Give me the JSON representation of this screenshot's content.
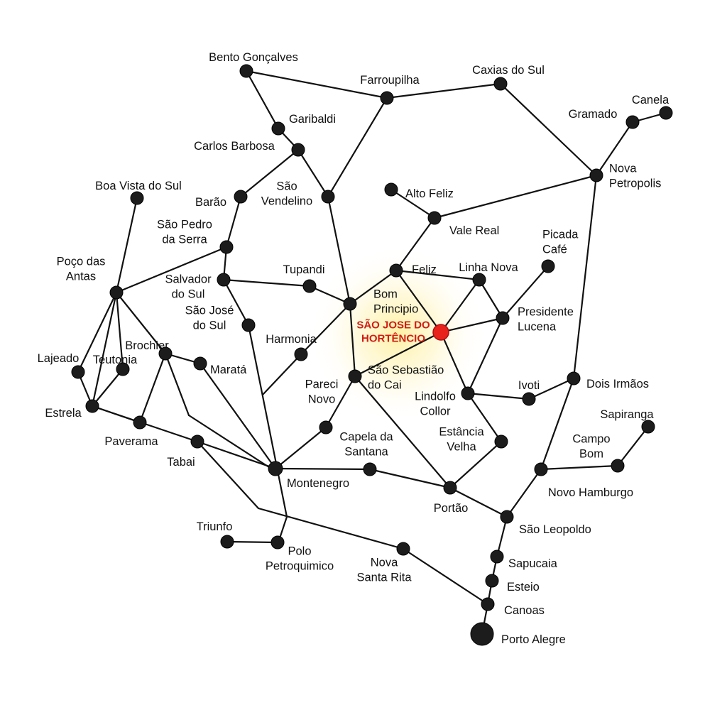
{
  "colors": {
    "background": "#ffffff",
    "line": "#111111",
    "node": "#1c1c1c",
    "highlight_node": "#e8231b",
    "highlight_text": "#d01c14",
    "glow": "#ffe680"
  },
  "highlight": "sjh",
  "cities": [
    {
      "id": "bento",
      "lines": [
        "Bento Gonçalves"
      ]
    },
    {
      "id": "farroupilha",
      "lines": [
        "Farroupilha"
      ]
    },
    {
      "id": "caxias",
      "lines": [
        "Caxias do Sul"
      ]
    },
    {
      "id": "canela",
      "lines": [
        "Canela"
      ]
    },
    {
      "id": "gramado",
      "lines": [
        "Gramado"
      ]
    },
    {
      "id": "garibaldi",
      "lines": [
        "Garibaldi"
      ]
    },
    {
      "id": "carlos",
      "lines": [
        "Carlos Barbosa"
      ]
    },
    {
      "id": "nova_petropolis",
      "lines": [
        "Nova",
        "Petropolis"
      ]
    },
    {
      "id": "boa_vista",
      "lines": [
        "Boa Vista do Sul"
      ]
    },
    {
      "id": "barao",
      "lines": [
        "Barão"
      ]
    },
    {
      "id": "sao_vendelino",
      "lines": [
        "São",
        "Vendelino"
      ]
    },
    {
      "id": "alto_feliz",
      "lines": [
        "Alto Feliz"
      ]
    },
    {
      "id": "vale_real",
      "lines": [
        "Vale Real"
      ]
    },
    {
      "id": "sao_pedro",
      "lines": [
        "São Pedro",
        "da Serra"
      ]
    },
    {
      "id": "picada_cafe",
      "lines": [
        "Picada",
        "Café"
      ]
    },
    {
      "id": "pocos",
      "lines": [
        "Poço das",
        "Antas"
      ]
    },
    {
      "id": "tupandi",
      "lines": [
        "Tupandi"
      ]
    },
    {
      "id": "feliz",
      "lines": [
        "Feliz"
      ]
    },
    {
      "id": "linha_nova",
      "lines": [
        "Linha Nova"
      ]
    },
    {
      "id": "salvador",
      "lines": [
        "Salvador",
        "do Sul"
      ]
    },
    {
      "id": "bom_principio",
      "lines": [
        "Bom",
        "Principio"
      ]
    },
    {
      "id": "presidente_lucena",
      "lines": [
        "Presidente",
        "Lucena"
      ]
    },
    {
      "id": "sjs",
      "lines": [
        "São José",
        "do Sul"
      ]
    },
    {
      "id": "sjh",
      "lines": [
        "SÃO JOSE DO",
        "HORTÊNCIO"
      ]
    },
    {
      "id": "harmonia",
      "lines": [
        "Harmonia"
      ]
    },
    {
      "id": "brochier",
      "lines": [
        "Brochier"
      ]
    },
    {
      "id": "lajeado",
      "lines": [
        "Lajeado"
      ]
    },
    {
      "id": "teutonia",
      "lines": [
        "Teutonia"
      ]
    },
    {
      "id": "marata",
      "lines": [
        "Maratá"
      ]
    },
    {
      "id": "sao_sebastiao",
      "lines": [
        "São Sebastião",
        "do Cai"
      ]
    },
    {
      "id": "ivoti",
      "lines": [
        "Ivoti"
      ]
    },
    {
      "id": "dois_irmaos",
      "lines": [
        "Dois Irmãos"
      ]
    },
    {
      "id": "pareci",
      "lines": [
        "Pareci",
        "Novo"
      ]
    },
    {
      "id": "lindolfo",
      "lines": [
        "Lindolfo",
        "Collor"
      ]
    },
    {
      "id": "estrela",
      "lines": [
        "Estrela"
      ]
    },
    {
      "id": "sapiranga",
      "lines": [
        "Sapiranga"
      ]
    },
    {
      "id": "paverama",
      "lines": [
        "Paverama"
      ]
    },
    {
      "id": "estancia",
      "lines": [
        "Estância",
        "Velha"
      ]
    },
    {
      "id": "tabai",
      "lines": [
        "Tabai"
      ]
    },
    {
      "id": "capela",
      "lines": [
        "Capela da",
        "Santana"
      ]
    },
    {
      "id": "campo_bom",
      "lines": [
        "Campo",
        "Bom"
      ]
    },
    {
      "id": "montenegro",
      "lines": [
        "Montenegro"
      ]
    },
    {
      "id": "novo_hamburgo",
      "lines": [
        "Novo Hamburgo"
      ]
    },
    {
      "id": "portao",
      "lines": [
        "Portão"
      ]
    },
    {
      "id": "sao_leopoldo",
      "lines": [
        "São Leopoldo"
      ]
    },
    {
      "id": "triunfo",
      "lines": [
        "Triunfo"
      ]
    },
    {
      "id": "polo",
      "lines": [
        "Polo",
        "Petroquimico"
      ]
    },
    {
      "id": "nova_santa_rita",
      "lines": [
        "Nova",
        "Santa Rita"
      ]
    },
    {
      "id": "sapucaia",
      "lines": [
        "Sapucaia"
      ]
    },
    {
      "id": "esteio",
      "lines": [
        "Esteio"
      ]
    },
    {
      "id": "canoas",
      "lines": [
        "Canoas"
      ]
    },
    {
      "id": "porto_alegre",
      "lines": [
        "Porto Alegre"
      ]
    }
  ],
  "connections": [
    [
      "bento",
      "farroupilha"
    ],
    [
      "farroupilha",
      "caxias"
    ],
    [
      "bento",
      "garibaldi"
    ],
    [
      "garibaldi",
      "carlos"
    ],
    [
      "carlos",
      "sao_vendelino"
    ],
    [
      "carlos",
      "barao"
    ],
    [
      "farroupilha",
      "sao_vendelino"
    ],
    [
      "caxias",
      "nova_petropolis"
    ],
    [
      "gramado",
      "canela"
    ],
    [
      "gramado",
      "nova_petropolis"
    ],
    [
      "nova_petropolis",
      "vale_real"
    ],
    [
      "nova_petropolis",
      "dois_irmaos"
    ],
    [
      "alto_feliz",
      "vale_real"
    ],
    [
      "vale_real",
      "feliz"
    ],
    [
      "barao",
      "sao_pedro"
    ],
    [
      "sao_pedro",
      "pocos"
    ],
    [
      "sao_pedro",
      "salvador"
    ],
    [
      "boa_vista",
      "pocos"
    ],
    [
      "pocos",
      "lajeado"
    ],
    [
      "pocos",
      "teutonia"
    ],
    [
      "pocos",
      "estrela"
    ],
    [
      "pocos",
      "brochier"
    ],
    [
      "lajeado",
      "estrela"
    ],
    [
      "teutonia",
      "estrela"
    ],
    [
      "salvador",
      "tupandi"
    ],
    [
      "tupandi",
      "bom_principio"
    ],
    [
      "sao_vendelino",
      "bom_principio"
    ],
    [
      "bom_principio",
      "feliz"
    ],
    [
      "bom_principio",
      "sao_sebastiao"
    ],
    [
      "bom_principio",
      "harmonia"
    ],
    [
      "feliz",
      "linha_nova"
    ],
    [
      "feliz",
      "sjh"
    ],
    [
      "linha_nova",
      "sjh"
    ],
    [
      "linha_nova",
      "presidente_lucena"
    ],
    [
      "picada_cafe",
      "presidente_lucena"
    ],
    [
      "sjh",
      "presidente_lucena"
    ],
    [
      "sjh",
      "sao_sebastiao"
    ],
    [
      "sjh",
      "lindolfo"
    ],
    [
      "presidente_lucena",
      "lindolfo"
    ],
    [
      "lindolfo",
      "ivoti"
    ],
    [
      "ivoti",
      "dois_irmaos"
    ],
    [
      "lindolfo",
      "estancia"
    ],
    [
      "estancia",
      "portao"
    ],
    [
      "dois_irmaos",
      "novo_hamburgo"
    ],
    [
      "sao_sebastiao",
      "pareci"
    ],
    [
      "pareci",
      "montenegro"
    ],
    [
      "sao_sebastiao",
      "portao"
    ],
    [
      "capela",
      "montenegro"
    ],
    [
      "capela",
      "portao"
    ],
    [
      "portao",
      "sao_leopoldo"
    ],
    [
      "novo_hamburgo",
      "campo_bom"
    ],
    [
      "campo_bom",
      "sapiranga"
    ],
    [
      "novo_hamburgo",
      "sao_leopoldo"
    ],
    [
      "sao_leopoldo",
      "sapucaia"
    ],
    [
      "sapucaia",
      "esteio"
    ],
    [
      "esteio",
      "canoas"
    ],
    [
      "canoas",
      "porto_alegre"
    ],
    [
      "estrela",
      "paverama"
    ],
    [
      "estrela",
      "tabai"
    ],
    [
      "brochier",
      "marata"
    ],
    [
      "brochier",
      "paverama"
    ],
    [
      "tabai",
      "montenegro"
    ],
    [
      "marata",
      "montenegro"
    ],
    [
      "triunfo",
      "polo"
    ],
    [
      "nova_santa_rita",
      "canoas"
    ]
  ]
}
